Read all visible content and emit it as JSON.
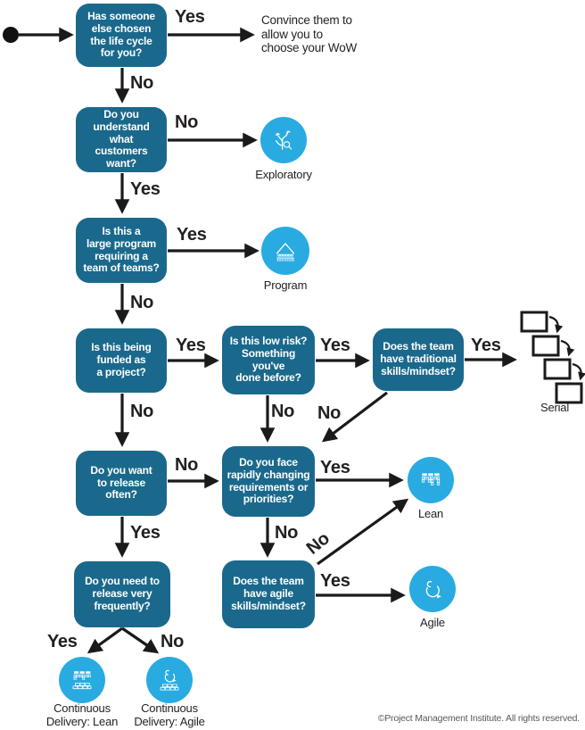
{
  "diagram": {
    "labels": {
      "yes": "Yes",
      "no": "No"
    },
    "questions": {
      "q1": "Has someone\nelse chosen\nthe life cycle\nfor you?",
      "q2": "Do you\nunderstand\nwhat\ncustomers\nwant?",
      "q3": "Is this a\nlarge program\nrequiring a\nteam of teams?",
      "q4": "Is this being\nfunded as\na project?",
      "q5": "Is this low risk?\nSomething\nyou've\ndone before?",
      "q6": "Does the team\nhave traditional\nskills/mindset?",
      "q7": "Do you want\nto release\noften?",
      "q8": "Do you face\nrapidly changing\nrequirements or\npriorities?",
      "q9": "Does the team\nhave agile\nskills/mindset?",
      "q10": "Do you need to\nrelease very\nfrequently?"
    },
    "note": "Convince them to\nallow you to\nchoose your WoW",
    "outcomes": {
      "exploratory": "Exploratory",
      "program": "Program",
      "serial": "Serial",
      "lean": "Lean",
      "agile": "Agile",
      "cd_lean": "Continuous\nDelivery: Lean",
      "cd_agile": "Continuous\nDelivery: Agile"
    },
    "colors": {
      "question_box": "#1A698C",
      "outcome_circle": "#29ABE2",
      "connector": "#1A1A1A"
    },
    "copyright": "©Project Management Institute. All rights reserved."
  }
}
